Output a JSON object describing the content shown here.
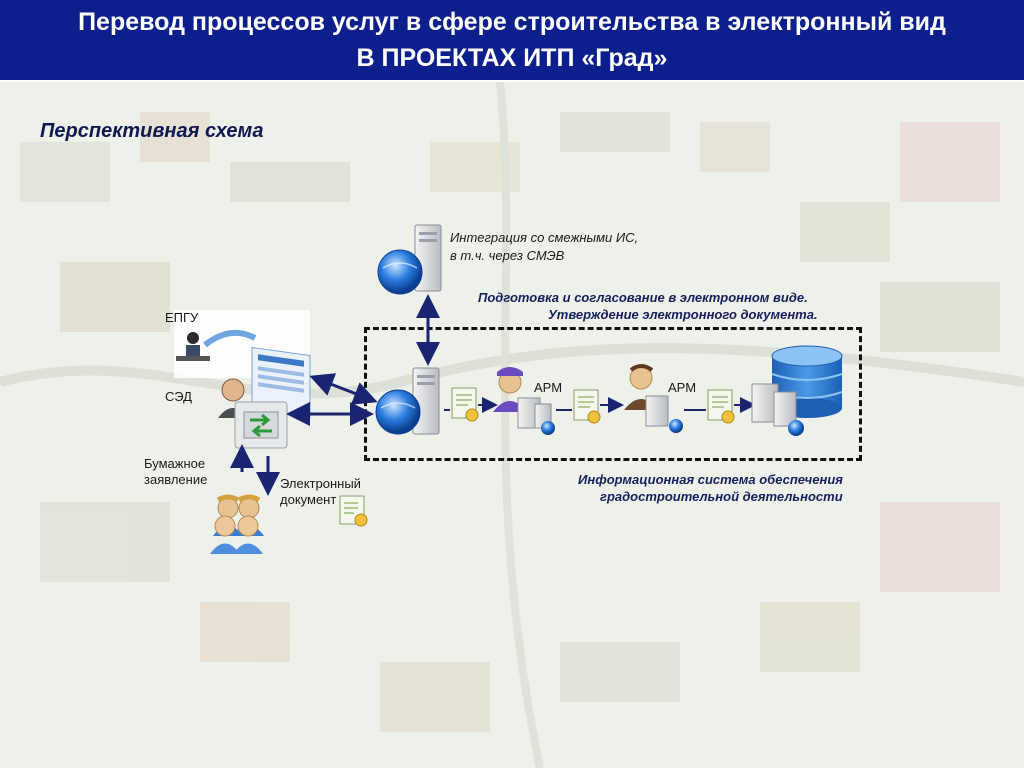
{
  "header": {
    "line1": "Перевод процессов услуг в сфере строительства в электронный вид",
    "line2": "В ПРОЕКТАХ ИТП «Град»",
    "background": "#0c1f8c"
  },
  "subtitle": "Перспективная схема",
  "labels": {
    "integration_line1": "Интеграция со смежными ИС,",
    "integration_line2": "в т.ч. через СМЭВ",
    "prep_line1": "Подготовка и согласование в электронном виде.",
    "prep_line2": "Утверждение электронного документа.",
    "epgu": "ЕПГУ",
    "sed": "СЭД",
    "arm1": "АРМ",
    "arm2": "АРМ",
    "paper_line1": "Бумажное",
    "paper_line2": "заявление",
    "edoc_line1": "Электронный",
    "edoc_line2": "документ",
    "isogd_line1": "Информационная система обеспечения",
    "isogd_line2": "градостроительной деятельности"
  },
  "icons": {
    "integration_server": "globe-server-icon",
    "main_server": "globe-server-icon",
    "epgu": "portal-screen-icon",
    "sed": "document-exchange-icon",
    "citizens": "users-group-icon",
    "database": "database-icon"
  },
  "colors": {
    "accent": "#1a2a6c",
    "globe": "#2a7de0",
    "arrow": "#1a2470"
  }
}
